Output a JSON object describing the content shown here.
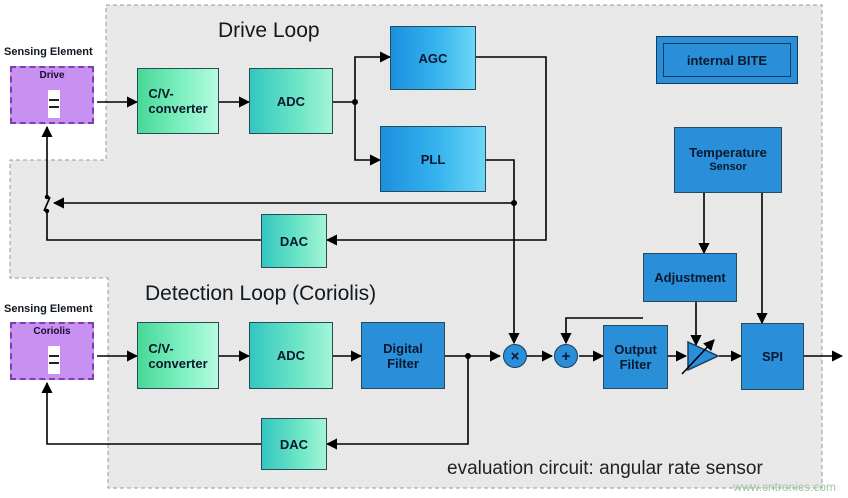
{
  "drive_loop": {
    "title": "Drive Loop",
    "sensing_element_label": "Sensing Element",
    "sensing_element_sub": "Drive",
    "cv_converter": "C/V-\nconverter",
    "adc": "ADC",
    "agc": "AGC",
    "pll": "PLL",
    "dac": "DAC"
  },
  "detection_loop": {
    "title": "Detection Loop (Coriolis)",
    "sensing_element_label": "Sensing Element",
    "sensing_element_sub": "Coriolis",
    "cv_converter": "C/V-\nconverter",
    "adc": "ADC",
    "digital_filter": "Digital\nFilter",
    "dac": "DAC"
  },
  "processing": {
    "multiplier_symbol": "×",
    "adder_symbol": "+",
    "output_filter": "Output\nFilter",
    "adjustment": "Adjustment",
    "temperature_sensor_line1": "Temperature",
    "temperature_sensor_line2": "Sensor",
    "spi": "SPI"
  },
  "internal_bite": "internal BITE",
  "caption": "evaluation circuit: angular rate sensor",
  "watermark": "www.cntronics.com",
  "colors": {
    "background_panel": "#e8e8e8",
    "green_block": "#7ef0c0",
    "blue_block": "#2a8fd9",
    "sensing_element": "#c890f0"
  }
}
